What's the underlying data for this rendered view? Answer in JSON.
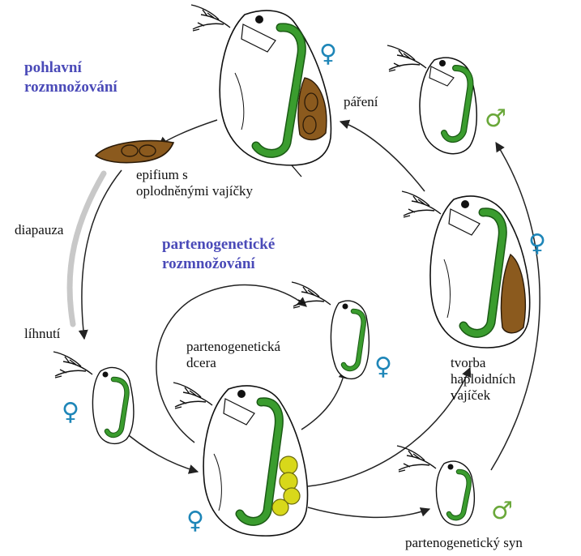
{
  "headings": {
    "sexual": [
      "pohlavní",
      "rozmnožování"
    ],
    "parthenogenetic": [
      "partenogenetické",
      "rozmnožování"
    ]
  },
  "labels": {
    "mating": "páření",
    "ephippium": [
      "epifium s",
      "oplodněnými vajíčky"
    ],
    "diapause": "diapauza",
    "hatching": "líhnutí",
    "daughter": [
      "partenogenetická",
      "dcera"
    ],
    "haploid": [
      "tvorba",
      "haploidních",
      "vajíček"
    ],
    "son": "partenogenetický syn"
  },
  "symbols": {
    "female": "♀",
    "male": "♂"
  },
  "colors": {
    "heading": "#4a4ab8",
    "female": "#1e86b8",
    "male": "#6aa83a",
    "gut": "#3a9c2e",
    "gut_outline": "#1a5a14",
    "brown": "#8b5a1e",
    "egg_yellow": "#d8d81a",
    "diapause_bar": "#c8c8c8",
    "arrow": "#222222"
  }
}
